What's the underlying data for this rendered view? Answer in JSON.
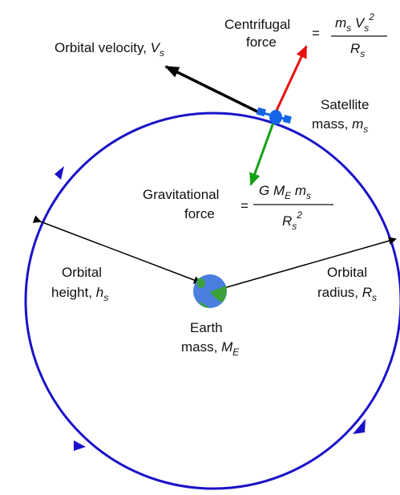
{
  "labels": {
    "centrifugal": {
      "line1": "Centrifugal",
      "line2": "force",
      "eq": "="
    },
    "centrifugal_formula": {
      "num": [
        "m",
        "s",
        " V",
        "s",
        "2"
      ],
      "den": [
        "R",
        "s"
      ]
    },
    "orbital_velocity": {
      "text": "Orbital velocity, ",
      "sym": "V",
      "sub": "s"
    },
    "satellite": {
      "line1": "Satellite",
      "line2": "mass, ",
      "sym": "m",
      "sub": "s"
    },
    "gravitational": {
      "line1": "Gravitational",
      "line2": "force",
      "eq": "="
    },
    "gravitational_formula": {
      "num": [
        "G M",
        "E",
        " m",
        "s"
      ],
      "den": [
        "R",
        "s",
        "2"
      ]
    },
    "orbital_height": {
      "line1": "Orbital",
      "line2": "height, ",
      "sym": "h",
      "sub": "s"
    },
    "orbital_radius": {
      "line1": "Orbital",
      "line2": "radius, ",
      "sym": "R",
      "sub": "s"
    },
    "earth": {
      "line1": "Earth",
      "line2": "mass, ",
      "sym": "M",
      "sub": "E"
    }
  },
  "colors": {
    "orbit": "#1a12c8",
    "velocity_arrow": "#000000",
    "centrifugal_arrow": "#e81010",
    "gravity_arrow": "#14a014",
    "earth_ocean": "#4a7fe0",
    "earth_land": "#3aa03a",
    "satellite": "#1565e8"
  },
  "icons": [
    "satellite-icon",
    "earth-icon",
    "orbit-direction-arrows"
  ]
}
